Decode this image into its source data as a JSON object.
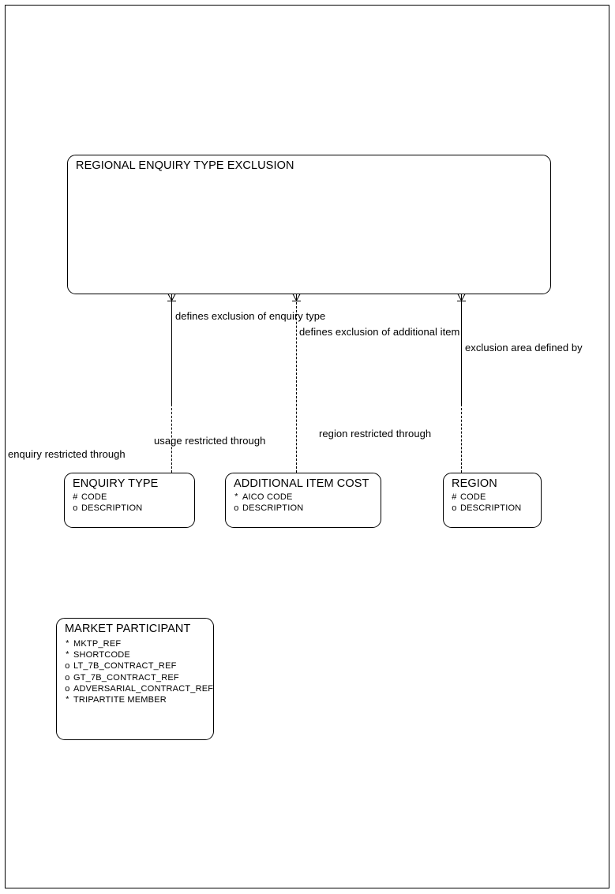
{
  "diagram": {
    "kind": "entity-relationship-diagram",
    "entities": [
      {
        "id": "regional-enquiry-type-exclusion",
        "name": "REGIONAL ENQUIRY TYPE EXCLUSION",
        "attributes": []
      },
      {
        "id": "enquiry-type",
        "name": "ENQUIRY TYPE",
        "attributes": [
          {
            "marker": "#",
            "label": "CODE"
          },
          {
            "marker": "o",
            "label": "DESCRIPTION"
          }
        ]
      },
      {
        "id": "additional-item-cost",
        "name": "ADDITIONAL ITEM COST",
        "attributes": [
          {
            "marker": "*",
            "label": "AICO CODE"
          },
          {
            "marker": "o",
            "label": "DESCRIPTION"
          }
        ]
      },
      {
        "id": "region",
        "name": "REGION",
        "attributes": [
          {
            "marker": "#",
            "label": "CODE"
          },
          {
            "marker": "o",
            "label": "DESCRIPTION"
          }
        ]
      },
      {
        "id": "market-participant",
        "name": "MARKET PARTICIPANT",
        "attributes": [
          {
            "marker": "*",
            "label": "MKTP_REF"
          },
          {
            "marker": "*",
            "label": "SHORTCODE"
          },
          {
            "marker": "o",
            "label": "LT_7B_CONTRACT_REF"
          },
          {
            "marker": "o",
            "label": "GT_7B_CONTRACT_REF"
          },
          {
            "marker": "o",
            "label": "ADVERSARIAL_CONTRACT_REF"
          },
          {
            "marker": "*",
            "label": "TRIPARTITE MEMBER"
          }
        ]
      }
    ],
    "relationships": [
      {
        "id": "rel-enquiry-type",
        "from_label": "defines exclusion of enquiry type",
        "to_label": "enquiry restricted through"
      },
      {
        "id": "rel-additional-item",
        "from_label": "defines exclusion of additional item",
        "to_label": "usage restricted through"
      },
      {
        "id": "rel-region",
        "from_label": "exclusion area defined by",
        "to_label": "region restricted through"
      }
    ]
  },
  "colors": {
    "stroke": "#000000",
    "background": "#ffffff"
  }
}
